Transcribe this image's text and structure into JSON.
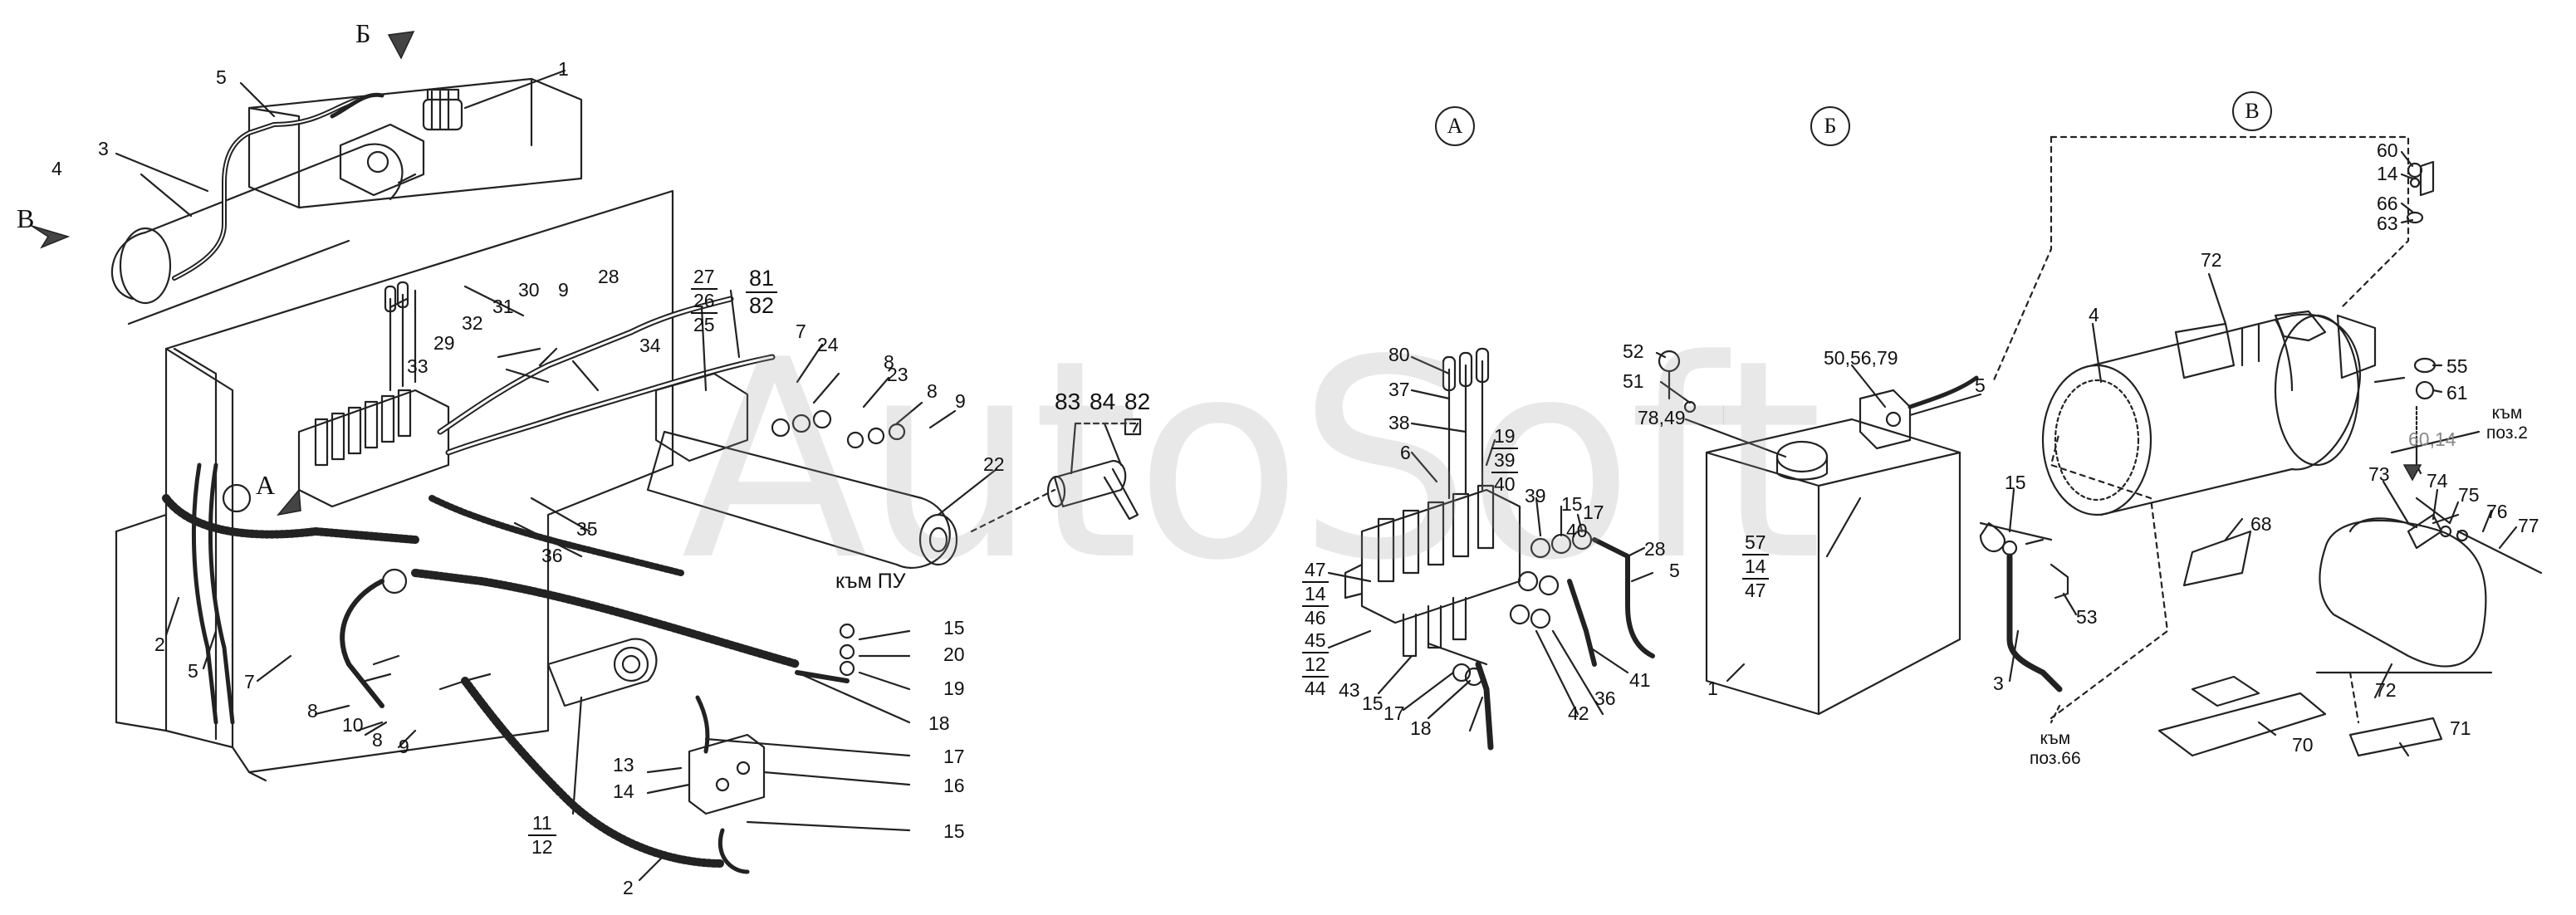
{
  "watermark": "AutoSoft",
  "view_markers": {
    "A": "А",
    "B": "Б",
    "V": "В"
  },
  "circled_views": {
    "A": "А",
    "B": "Б",
    "V": "В"
  },
  "labels": {
    "n1": "1",
    "n2a": "2",
    "n2b": "2",
    "n3": "3",
    "n4": "4",
    "n5a": "5",
    "n5b": "5",
    "n7": "7",
    "n8a": "8",
    "n8b": "8",
    "n9a": "9",
    "n9b": "9",
    "n10": "10",
    "n13": "13",
    "n14": "14",
    "n15a": "15",
    "n15b": "15",
    "n16": "16",
    "n17": "17",
    "n18": "18",
    "n19": "19",
    "n20": "20",
    "n22": "22",
    "n23": "23",
    "n24": "24",
    "n28": "28",
    "n29": "29",
    "n30": "30",
    "n31": "31",
    "n32": "32",
    "n33": "33",
    "n34": "34",
    "n35": "35",
    "n36": "36",
    "n7b": "7",
    "n8c": "8",
    "n9c": "9",
    "n83": "83",
    "n84": "84",
    "n82": "82",
    "a80": "80",
    "a37": "37",
    "a38": "38",
    "a6": "6",
    "a39": "39",
    "a15": "15",
    "a17": "17",
    "a40": "40",
    "a28": "28",
    "a5": "5",
    "a41": "41",
    "a36": "36",
    "a42": "42",
    "a43": "43",
    "a15b": "15",
    "a17b": "17",
    "a18": "18",
    "b52": "52",
    "b51": "51",
    "b5056": "50,56,79",
    "b7849": "78,49",
    "b5": "5",
    "b15": "15",
    "b53": "53",
    "b3": "3",
    "b1": "1",
    "v60": "60",
    "v14": "14",
    "v66": "66",
    "v63": "63",
    "v72": "72",
    "v4": "4",
    "v55": "55",
    "v61": "61",
    "v6014": "60,14",
    "v73": "73",
    "v74": "74",
    "v75": "75",
    "v76": "76",
    "v77": "77",
    "v68": "68",
    "v72b": "72",
    "v70": "70",
    "v71": "71"
  },
  "stacks": {
    "s27": [
      "27",
      "26",
      "25"
    ],
    "s8182": [
      "81",
      "82"
    ],
    "s1112": [
      "11",
      "12"
    ],
    "sA19": [
      "19",
      "39",
      "40"
    ],
    "sA47": [
      "47",
      "14",
      "46"
    ],
    "sA45": [
      "45",
      "12",
      "44"
    ],
    "sB57": [
      "57",
      "14",
      "47"
    ]
  },
  "notes": {
    "kam_pu": "към ПУ",
    "kam_poz66": "към\nпоз.66",
    "kam_poz2": "към\nпоз.2"
  }
}
